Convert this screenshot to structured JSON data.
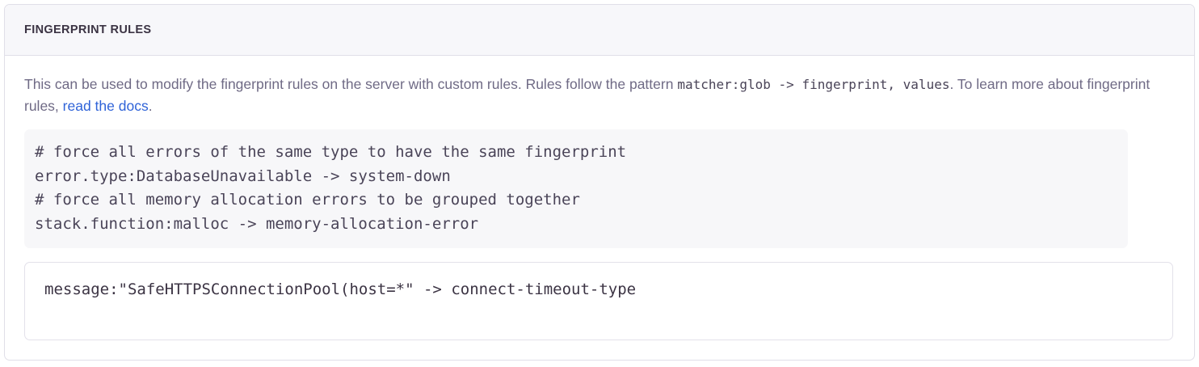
{
  "panel": {
    "title": "FINGERPRINT RULES",
    "description": {
      "part1": "This can be used to modify the fingerprint rules on the server with custom rules. Rules follow the pattern ",
      "inline_code": "matcher:glob -> fingerprint, values",
      "part2": ". To learn more about fingerprint rules, ",
      "link_label": "read the docs",
      "part3": "."
    },
    "example_code": {
      "lines": [
        "# force all errors of the same type to have the same fingerprint",
        "error.type:DatabaseUnavailable -> system-down",
        "# force all memory allocation errors to be grouped together",
        "stack.function:malloc -> memory-allocation-error"
      ]
    },
    "rules_input": {
      "value": "message:\"SafeHTTPSConnectionPool(host=*\" -> connect-timeout-type",
      "placeholder": ""
    }
  },
  "colors": {
    "panel_border": "#e0dfe8",
    "header_background": "#f7f7fa",
    "title_text": "#3b3343",
    "description_text": "#6f6a85",
    "code_text": "#4a4458",
    "code_background": "#f7f7f9",
    "link": "#2f63d8",
    "input_border": "#e3e1ea"
  }
}
